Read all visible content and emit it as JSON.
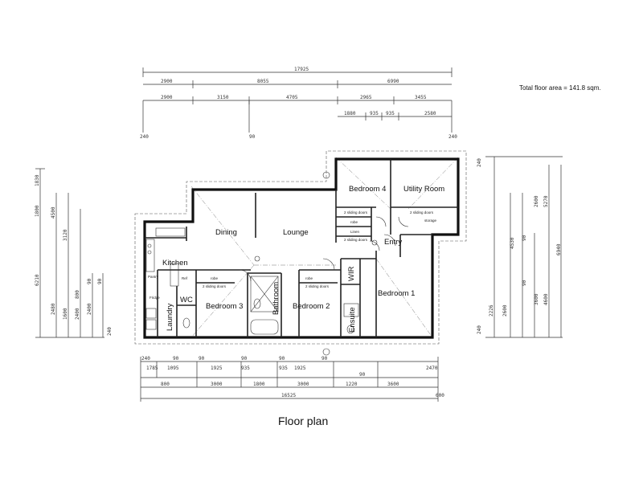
{
  "title": "Floor plan",
  "total_area": "Total floor area = 141.8 sqm.",
  "rooms": {
    "dining": "Dining",
    "lounge": "Lounge",
    "bedroom4": "Bedroom 4",
    "utility": "Utility Room",
    "kitchen": "Kitchen",
    "entry": "Entry",
    "wir": "WIR",
    "bedroom1": "Bedroom 1",
    "bedroom3": "Bedroom 3",
    "bathroom": "Bathroom",
    "bedroom2": "Bedroom 2",
    "ensuite": "Ensuite",
    "wc": "WC",
    "laundry": "Laundry"
  },
  "notes": {
    "sliding_doors": "2 sliding doors",
    "robe": "robe",
    "linen": "Linen",
    "storage": "storage",
    "pantry": "Pantry",
    "fridge": "Fridge",
    "ref": "Ref"
  },
  "dims_top": {
    "overall": "17925",
    "row1": [
      "2900",
      "8055",
      "6990"
    ],
    "row2": [
      "2900",
      "3150",
      "4705",
      "2965",
      "3455"
    ],
    "row3": [
      "1880",
      "935",
      "935",
      "2580"
    ],
    "lower": [
      "240",
      "90",
      "240"
    ]
  },
  "dims_bottom": {
    "overall": "16525",
    "row1": [
      "240",
      "90",
      "90",
      "90",
      "90",
      "90",
      "90",
      "2470"
    ],
    "row2": [
      "1785",
      "1095",
      "1925",
      "935",
      "935",
      "1925"
    ],
    "row3": [
      "800",
      "3000",
      "1800",
      "3000",
      "1220",
      "3600",
      "600"
    ]
  },
  "dims_left": {
    "labels": [
      "1830",
      "1800",
      "4500",
      "6210",
      "3120",
      "2480",
      "1600",
      "800",
      "2400",
      "2400",
      "90",
      "90",
      "240"
    ]
  },
  "dims_right": {
    "labels": [
      "240",
      "2600",
      "5270",
      "6940",
      "4530",
      "4600",
      "90",
      "90",
      "2226",
      "2600",
      "3600",
      "240"
    ]
  }
}
